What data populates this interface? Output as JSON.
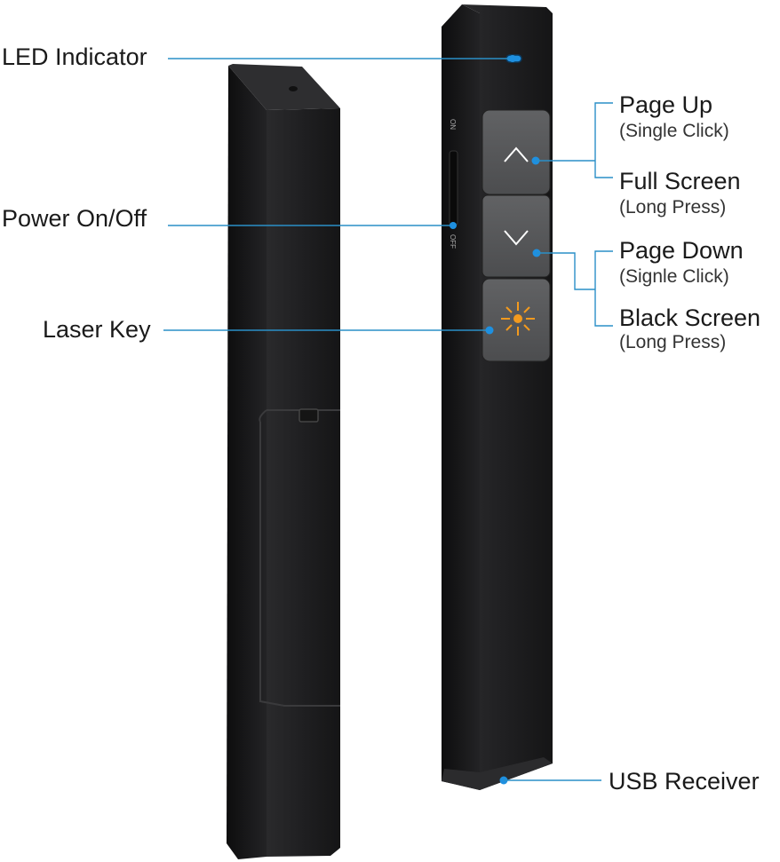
{
  "labels": {
    "led": "LED Indicator",
    "power": "Power On/Off",
    "laser": "Laser Key",
    "page_up": "Page Up",
    "page_up_sub": "(Single Click)",
    "full_screen": "Full Screen",
    "full_screen_sub": "(Long Press)",
    "page_down": "Page Down",
    "page_down_sub": "(Signle Click)",
    "black_screen": "Black Screen",
    "black_screen_sub": "(Long Press)",
    "usb": "USB Receiver"
  },
  "switch_text": {
    "on": "ON",
    "off": "OFF"
  },
  "colors": {
    "accent": "#2a8fc7",
    "led": "#1e90e0",
    "laser": "#f39a1e",
    "body": "#1c1c1e",
    "button": "#555658"
  }
}
